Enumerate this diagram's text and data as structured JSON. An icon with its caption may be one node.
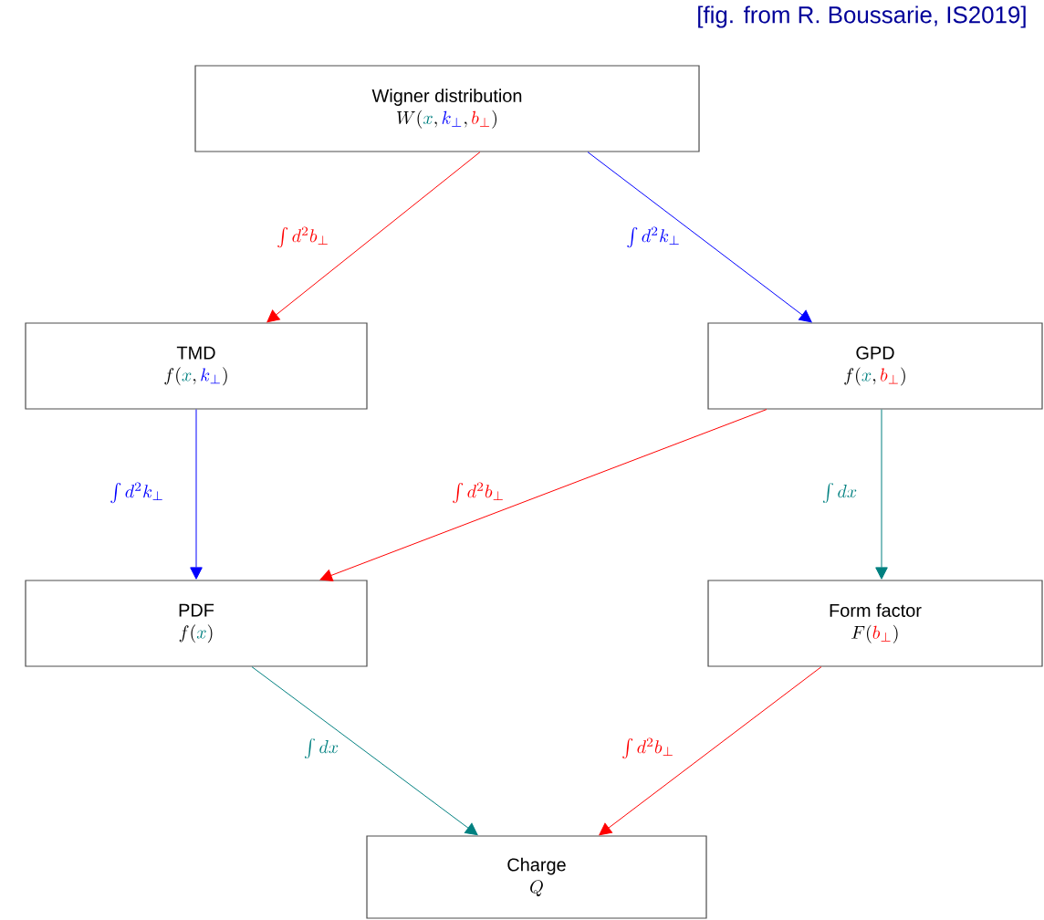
{
  "diagram": {
    "nodes": [
      {
        "text": [
          "Wigner distribution",
          "W(\\textcolor{teal}{x}, \\textcolor{blue}{k_\\perp}, \\textcolor{red}{b_\\perp})"
        ]
      },
      {
        "text": [
          "TMD",
          "f(\\textcolor{teal}{x}, \\textcolor{blue}{k_\\perp})"
        ]
      },
      {
        "text": [
          "GPD",
          "f(\\textcolor{teal}{x}, \\textcolor{red}{b_\\perp})"
        ]
      },
      {
        "text": [
          "PDF",
          "f(\\textcolor{teal}{x})"
        ]
      },
      {
        "text": [
          "Form factor",
          "F(\\textcolor{red}{b_\\perp})"
        ]
      },
      {
        "text": [
          "Charge",
          "Q"
        ]
      }
    ],
    "edges": [
      {
        "from": 0,
        "to": 1,
        "arrow": "to",
        "label": "\\int d^2 b_\\perp",
        "color": "#ff0000"
      },
      {
        "from": 0,
        "to": 2,
        "arrow": "to",
        "label": "\\int d^2 k_\\perp",
        "color": "#0000ff"
      },
      {
        "from": 1,
        "to": 3,
        "arrow": "to",
        "label": "\\int d^2 k_\\perp",
        "color": "#0000ff"
      },
      {
        "from": 2,
        "to": 3,
        "arrow": "to",
        "label": "\\int d^2 b_\\perp",
        "color": "#ff0000"
      },
      {
        "from": 2,
        "to": 4,
        "arrow": "to",
        "label": "\\int dx",
        "color": "#008080"
      },
      {
        "from": 3,
        "to": 5,
        "arrow": "to",
        "label": "\\int dx",
        "color": "#008080"
      },
      {
        "from": 4,
        "to": 5,
        "arrow": "to",
        "label": "\\int d^2 b_\\perp",
        "color": "#ff0000"
      }
    ],
    "labels": [
      "[fig. from R. Boussarie, IS2019]"
    ]
  }
}
